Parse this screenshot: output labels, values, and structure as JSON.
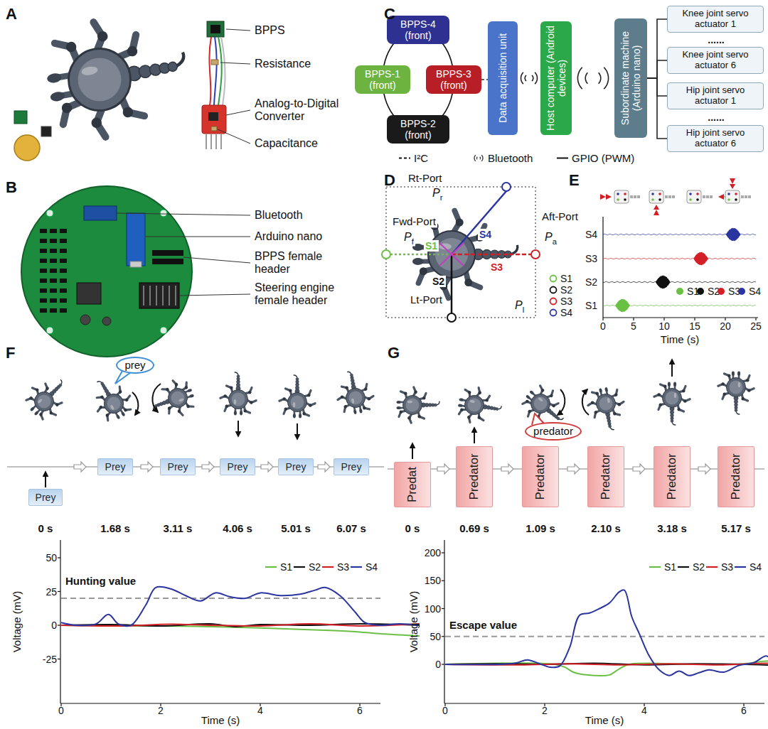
{
  "diagram": {
    "nodes": [
      {
        "text": [
          "BPPS-4 (front)"
        ]
      },
      {
        "text": [
          "BPPS-1 (front)"
        ]
      },
      {
        "text": [
          "BPPS-3 (front)"
        ]
      },
      {
        "text": [
          "BPPS-2 (front)"
        ]
      },
      {
        "text": [
          "Data acquisition unit"
        ]
      },
      {
        "text": [
          "Host computer (Android devices)"
        ]
      },
      {
        "text": [
          "Subordinate machine (Arduino nano)"
        ]
      },
      {
        "text": [
          "Knee joint servo actuator 1"
        ]
      },
      {
        "text": [
          "Knee joint servo actuator 6"
        ]
      },
      {
        "text": [
          "Hip joint servo actuator 1"
        ]
      },
      {
        "text": [
          "Hip joint servo actuator 6"
        ]
      },
      {
        "text": [
          "prey"
        ]
      },
      {
        "text": [
          "Prey"
        ]
      },
      {
        "text": [
          "Prey"
        ]
      },
      {
        "text": [
          "Prey"
        ]
      },
      {
        "text": [
          "Prey"
        ]
      },
      {
        "text": [
          "Prey"
        ]
      },
      {
        "text": [
          "Prey"
        ]
      },
      {
        "text": [
          "predator"
        ]
      },
      {
        "text": [
          "Predat"
        ]
      },
      {
        "text": [
          "Predator"
        ]
      },
      {
        "text": [
          "Predator"
        ]
      },
      {
        "text": [
          "Predator"
        ]
      },
      {
        "text": [
          "Predator"
        ]
      },
      {
        "text": [
          "Predator"
        ]
      }
    ],
    "edges": [
      {
        "from": 2,
        "to": 4,
        "arrow": "none"
      },
      {
        "from": 4,
        "to": 5,
        "arrow": "none"
      },
      {
        "from": 5,
        "to": 6,
        "arrow": "none"
      },
      {
        "from": 6,
        "to": 7,
        "arrow": "none"
      },
      {
        "from": 6,
        "to": 8,
        "arrow": "none"
      },
      {
        "from": 6,
        "to": 9,
        "arrow": "none"
      },
      {
        "from": 6,
        "to": 10,
        "arrow": "none"
      }
    ],
    "labels": [
      "A",
      "BPPS",
      "Resistance",
      "Analog-to-Digital Converter",
      "Capacitance",
      "B",
      "Bluetooth",
      "Arduino nano",
      "BPPS female header",
      "Steering engine female header",
      "C",
      "......",
      "......",
      "D",
      "Rt-Port",
      "Pr",
      "Aft-Port",
      "Pa",
      "Fwd-Port",
      "Pf",
      "Lt-Port",
      "Pl",
      "S4",
      "S1",
      "S3",
      "S2",
      "E",
      "S4",
      "S3",
      "S2",
      "S1",
      "0",
      "5",
      "10",
      "15",
      "20",
      "25",
      "Time (s)",
      "F",
      "0 s",
      "1.68 s",
      "3.11 s",
      "4.06 s",
      "5.01 s",
      "6.07 s",
      "Voltage (mV)",
      "50",
      "25",
      "0",
      "-25",
      "0",
      "2",
      "4",
      "6",
      "Time (s)",
      "Hunting value",
      "G",
      "0 s",
      "0.69 s",
      "1.09 s",
      "2.10 s",
      "3.18 s",
      "5.17 s",
      "Voltage (mV)",
      "200",
      "150",
      "100",
      "50",
      "0",
      "0",
      "2",
      "4",
      "6",
      "Time (s)",
      "Escape value"
    ],
    "legend": [
      {
        "text": "I²C"
      },
      {
        "text": "Bluetooth"
      },
      {
        "text": "GPIO (PWM)"
      },
      {
        "text": "S1",
        "color": "#6abf45"
      },
      {
        "text": "S2",
        "color": "#111111"
      },
      {
        "text": "S3",
        "color": "#d32027"
      },
      {
        "text": "S4",
        "color": "#2a35a0"
      },
      {
        "text": "S1",
        "color": "#6abf45"
      },
      {
        "text": "S2",
        "color": "#111111"
      },
      {
        "text": "S3",
        "color": "#d32027"
      },
      {
        "text": "S4",
        "color": "#2a35a0"
      },
      {
        "text": "S1"
      },
      {
        "text": "S2"
      },
      {
        "text": "S3"
      },
      {
        "text": "S4"
      },
      {
        "text": "S1"
      },
      {
        "text": "S2"
      },
      {
        "text": "S3"
      },
      {
        "text": "S4"
      }
    ]
  }
}
